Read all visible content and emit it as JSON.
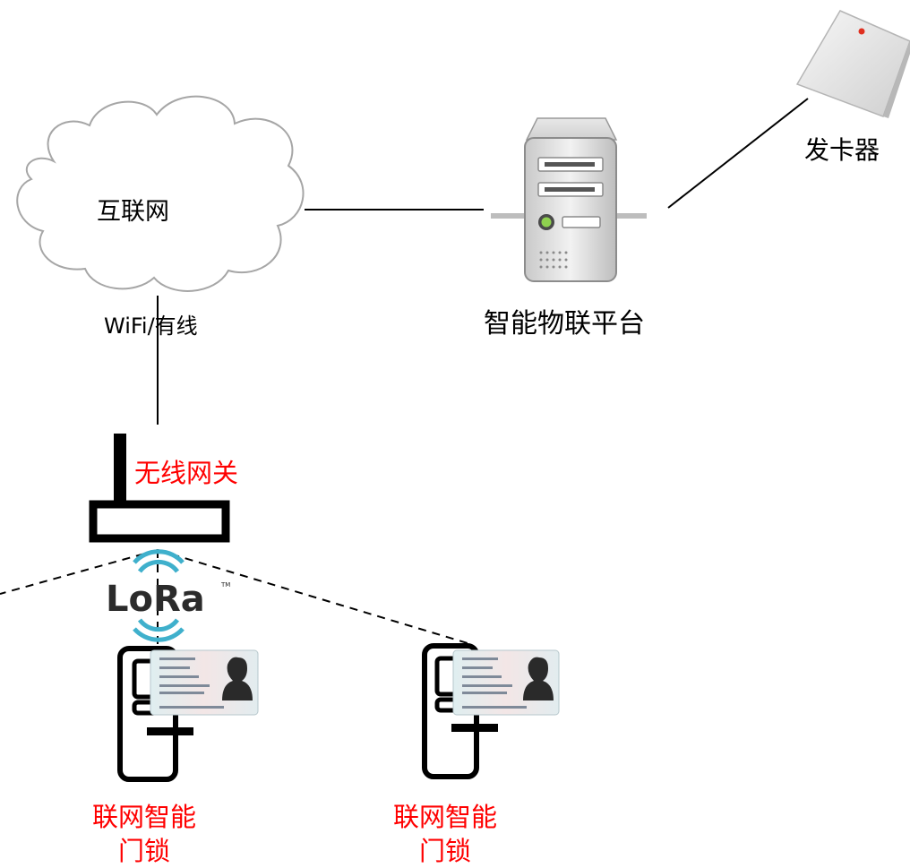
{
  "nodes": {
    "internet": {
      "label": "互联网"
    },
    "platform": {
      "label": "智能物联平台"
    },
    "card_issuer": {
      "label": "发卡器"
    },
    "gateway": {
      "label": "无线网关"
    },
    "lock_left": {
      "label_line1": "联网智能",
      "label_line2": "门锁"
    },
    "lock_right": {
      "label_line1": "联网智能",
      "label_line2": "门锁"
    }
  },
  "links": {
    "internet_gateway": {
      "label": "WiFi/有线"
    }
  },
  "lora": {
    "text": "LoRa",
    "tm": "TM"
  },
  "colors": {
    "device_label": "#ff0000",
    "text": "#000000",
    "lora_waves": "#3fb0cc",
    "cloud_stroke": "#a6a6a6"
  },
  "icons": {
    "internet": "cloud-icon",
    "platform": "server-icon",
    "card_issuer": "card-reader-icon",
    "gateway": "wireless-gateway-icon",
    "lock": "door-lock-icon",
    "card": "id-card-icon"
  }
}
